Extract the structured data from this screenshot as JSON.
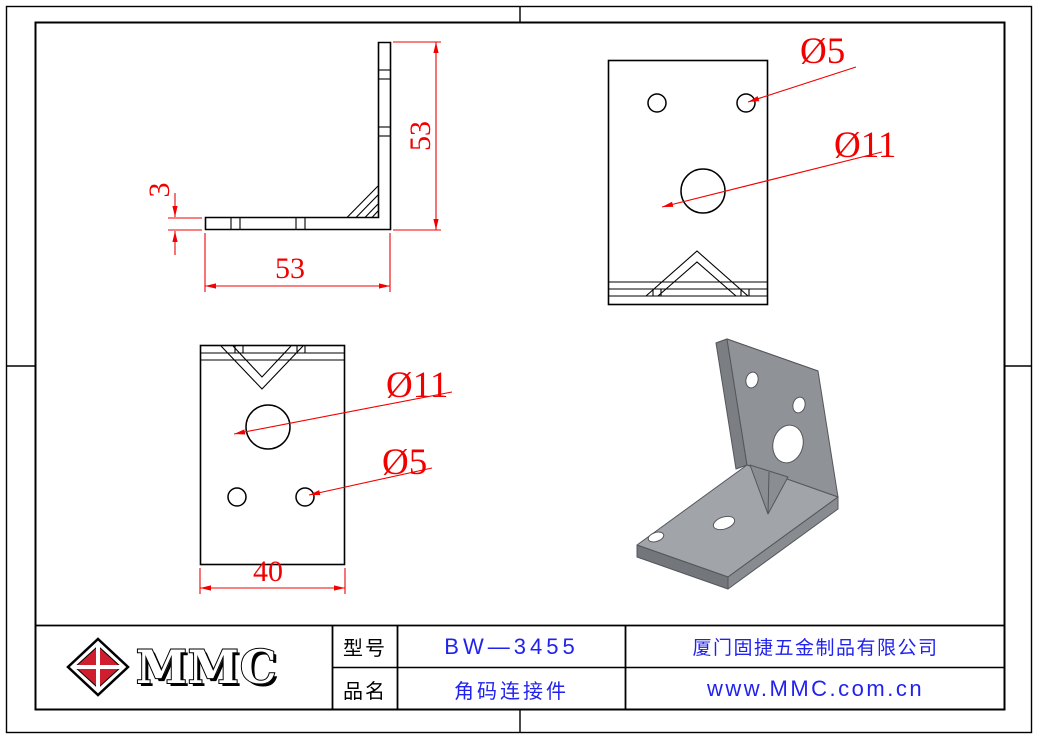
{
  "colors": {
    "line": "#000000",
    "dimension_red": "#f20000",
    "accent_blue": "#2222ee",
    "model_gray": "#8f9296",
    "logo_red": "#cf1f2e"
  },
  "views": {
    "side_view": {
      "dims": {
        "height": "53",
        "length": "53",
        "thickness": "3"
      }
    },
    "back_plate_view": {
      "labels": {
        "small_hole": "Ø5",
        "large_hole": "Ø11"
      }
    },
    "base_plate_view": {
      "labels": {
        "large_hole": "Ø11",
        "small_hole": "Ø5"
      },
      "dims": {
        "width": "40"
      }
    }
  },
  "title_block": {
    "logo_text": "MMC",
    "model_label": "型号",
    "model_value": "BW—3455",
    "part_label": "品名",
    "part_value": "角码连接件",
    "company": "厦门固捷五金制品有限公司",
    "website": "www.MMC.com.cn"
  }
}
